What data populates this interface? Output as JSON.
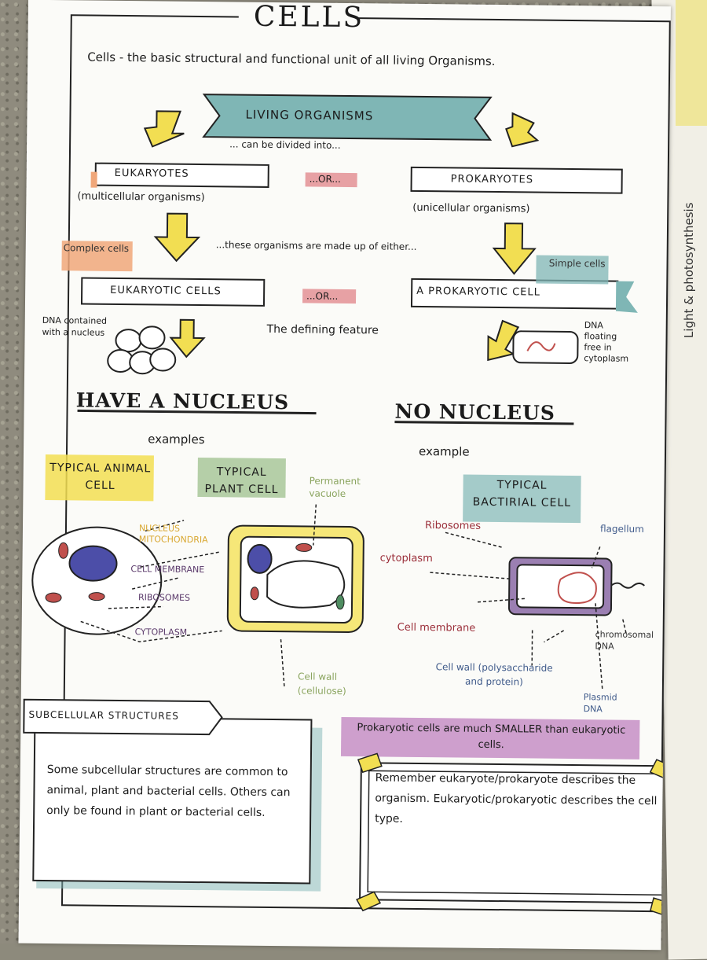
{
  "title": "CELLS",
  "definition": "Cells - the basic structural and functional unit of all living Organisms.",
  "living": {
    "label": "LIVING ORGANISMS",
    "sub": "... can be divided into..."
  },
  "split": {
    "euk_box": "EUKARYOTES",
    "euk_sub": "(multicellular organisms)",
    "or1": "...OR...",
    "pro_box": "PROKARYOTES",
    "pro_sub": "(unicellular organisms)"
  },
  "made_up": "...these organisms are made up of either...",
  "complex_cells": "Complex cells",
  "simple_cells": "Simple cells",
  "euk_cells": "EUKARYOTIC CELLS",
  "or2": "...OR...",
  "pro_cell": "A PROKARYOTIC CELL",
  "dna_nucleus": "DNA contained with a nucleus",
  "defining": "The defining feature",
  "dna_free": "DNA floating free in cytoplasm",
  "have_nucleus": "HAVE A NUCLEUS",
  "no_nucleus": "NO NUCLEUS",
  "examples": "examples",
  "example": "example",
  "animal_cell": "TYPICAL ANIMAL CELL",
  "plant_cell": "TYPICAL PLANT CELL",
  "bact_cell": "TYPICAL BACTIRIAL CELL",
  "labels": {
    "perm_vac": "Permanent vacuole",
    "nucleus": "NUCLEUS",
    "mito": "MITOCHONDRIA",
    "membrane": "CELL MEMBRANE",
    "ribosomes": "RIBOSOMES",
    "cytoplasm": "CYTOPLASM",
    "cell_wall": "Cell wall (cellulose)",
    "b_ribosomes": "Ribosomes",
    "b_cytoplasm": "cytoplasm",
    "flagellum": "flagellum",
    "b_membrane": "Cell membrane",
    "chromo": "chromosomal DNA",
    "b_wall": "Cell wall (polysaccharide and protein)",
    "plasmid": "Plasmid DNA"
  },
  "smaller": "Prokaryotic cells are much SMALLER than eukaryotic cells.",
  "sub_title": "SUBCELLULAR STRUCTURES",
  "sub_text": "Some subcellular structures are common to animal, plant and bacterial cells. Others can only be found in plant or bacterial cells.",
  "remember": "Remember eukaryote/prokaryote describes the organism. Eukaryotic/prokaryotic describes the cell type.",
  "side_tab": "Light & photosynthesis",
  "colors": {
    "teal": "#7fb6b5",
    "yellow": "#f2de52",
    "pink": "#e7a1a4",
    "orange": "#f0a77a",
    "green": "#a8c79a",
    "purple": "#c58ec6",
    "ink": "#1b1b1b"
  }
}
